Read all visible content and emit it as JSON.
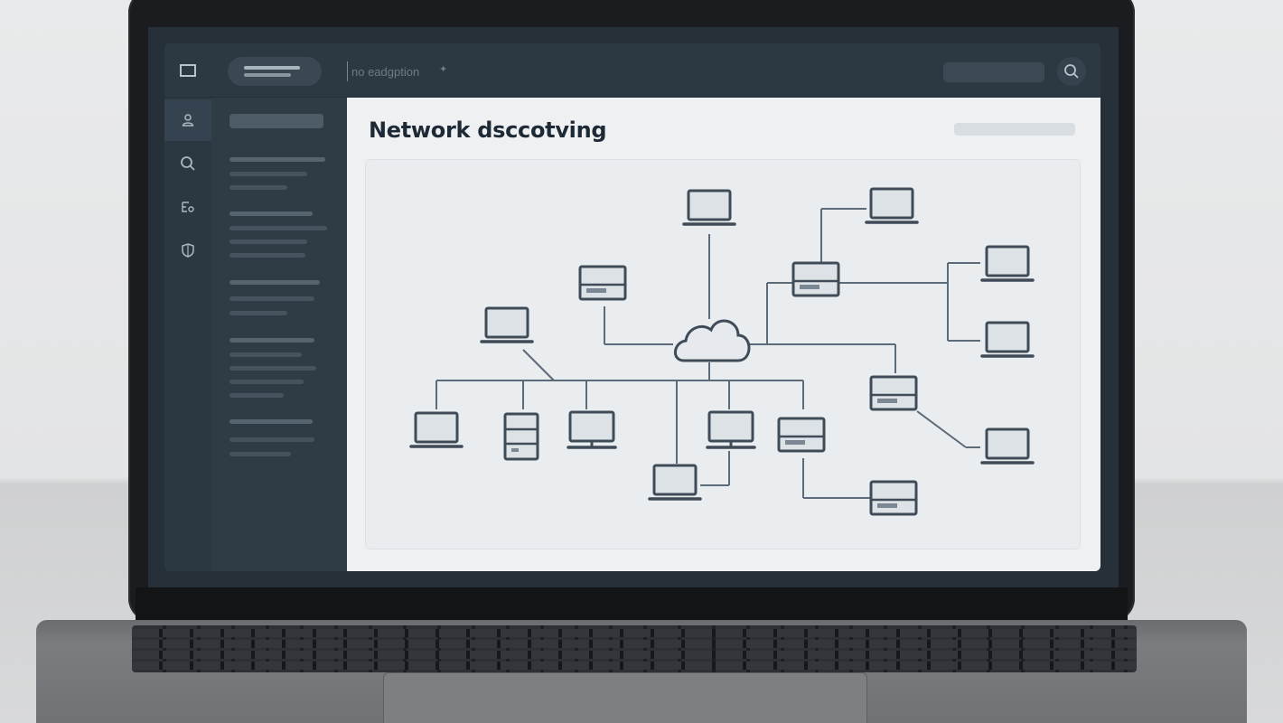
{
  "topbar": {
    "search_placeholder": "no eadgption",
    "star_glyph": "✦"
  },
  "rail": {
    "items": [
      {
        "name": "user-icon",
        "active": true
      },
      {
        "name": "search-icon",
        "active": false
      },
      {
        "name": "filter-icon",
        "active": false
      },
      {
        "name": "shield-icon",
        "active": false
      }
    ]
  },
  "main": {
    "title": "Network dsccotving"
  },
  "diagram": {
    "hub": {
      "type": "cloud"
    },
    "device_types": [
      "laptop",
      "monitor",
      "server",
      "switch"
    ]
  },
  "colors": {
    "line": "#5d6a77",
    "device_fill": "#dde2e7",
    "device_stroke": "#3f4b57",
    "panel": "#2e3a44"
  }
}
